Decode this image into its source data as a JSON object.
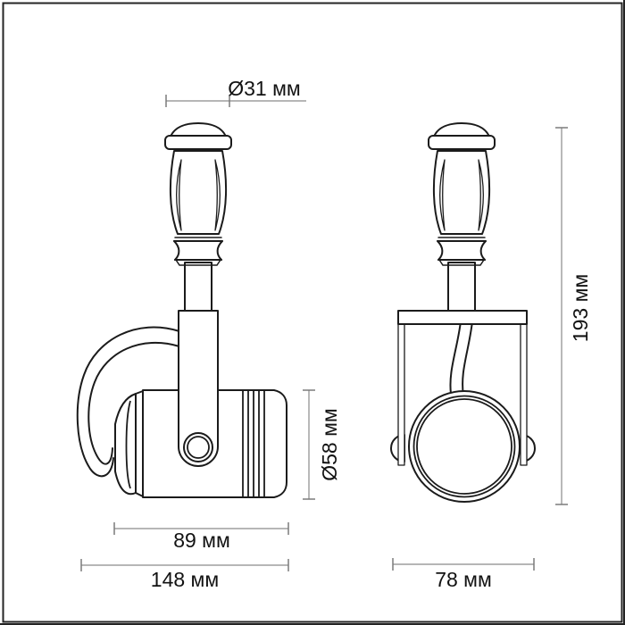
{
  "labels": {
    "knob_diameter": "Ø31 мм",
    "body_length": "89 мм",
    "overall_length": "148 мм",
    "lens_diameter": "Ø58 мм",
    "height": "193 мм",
    "width": "78 мм"
  },
  "colors": {
    "background": "#ffffff",
    "drawing_outline": "#1b1b1b",
    "dimension_line": "#8a8a8a",
    "label_text": "#121212",
    "frame_border": "#242424"
  }
}
